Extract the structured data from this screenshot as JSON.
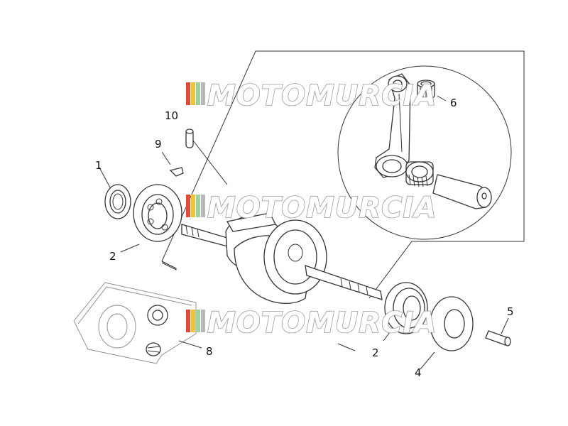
{
  "watermark": {
    "text": "MOTOMURCIA",
    "stripe_colors": [
      "#e04a3c",
      "#f2c230",
      "#9fd0a0",
      "#b9b9b9"
    ]
  },
  "callouts": [
    {
      "id": "1",
      "label": "1"
    },
    {
      "id": "2a",
      "label": "2"
    },
    {
      "id": "2b",
      "label": "2"
    },
    {
      "id": "4",
      "label": "4"
    },
    {
      "id": "5",
      "label": "5"
    },
    {
      "id": "6",
      "label": "6"
    },
    {
      "id": "8",
      "label": "8"
    },
    {
      "id": "9",
      "label": "9"
    },
    {
      "id": "10",
      "label": "10"
    }
  ]
}
